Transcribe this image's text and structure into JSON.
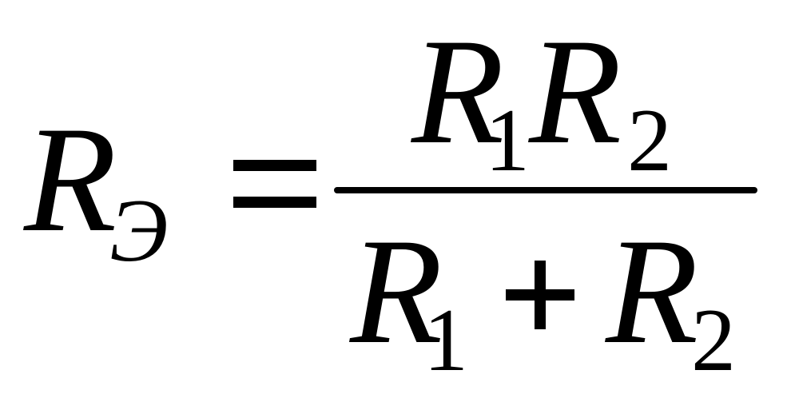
{
  "formula": {
    "lhs": {
      "variable": "R",
      "subscript": "Э"
    },
    "equals": "=",
    "numerator": {
      "factor1": {
        "variable": "R",
        "subscript": "1"
      },
      "factor2": {
        "variable": "R",
        "subscript": "2"
      }
    },
    "denominator": {
      "term1": {
        "variable": "R",
        "subscript": "1"
      },
      "operator": "+",
      "term2": {
        "variable": "R",
        "subscript": "2"
      }
    }
  }
}
